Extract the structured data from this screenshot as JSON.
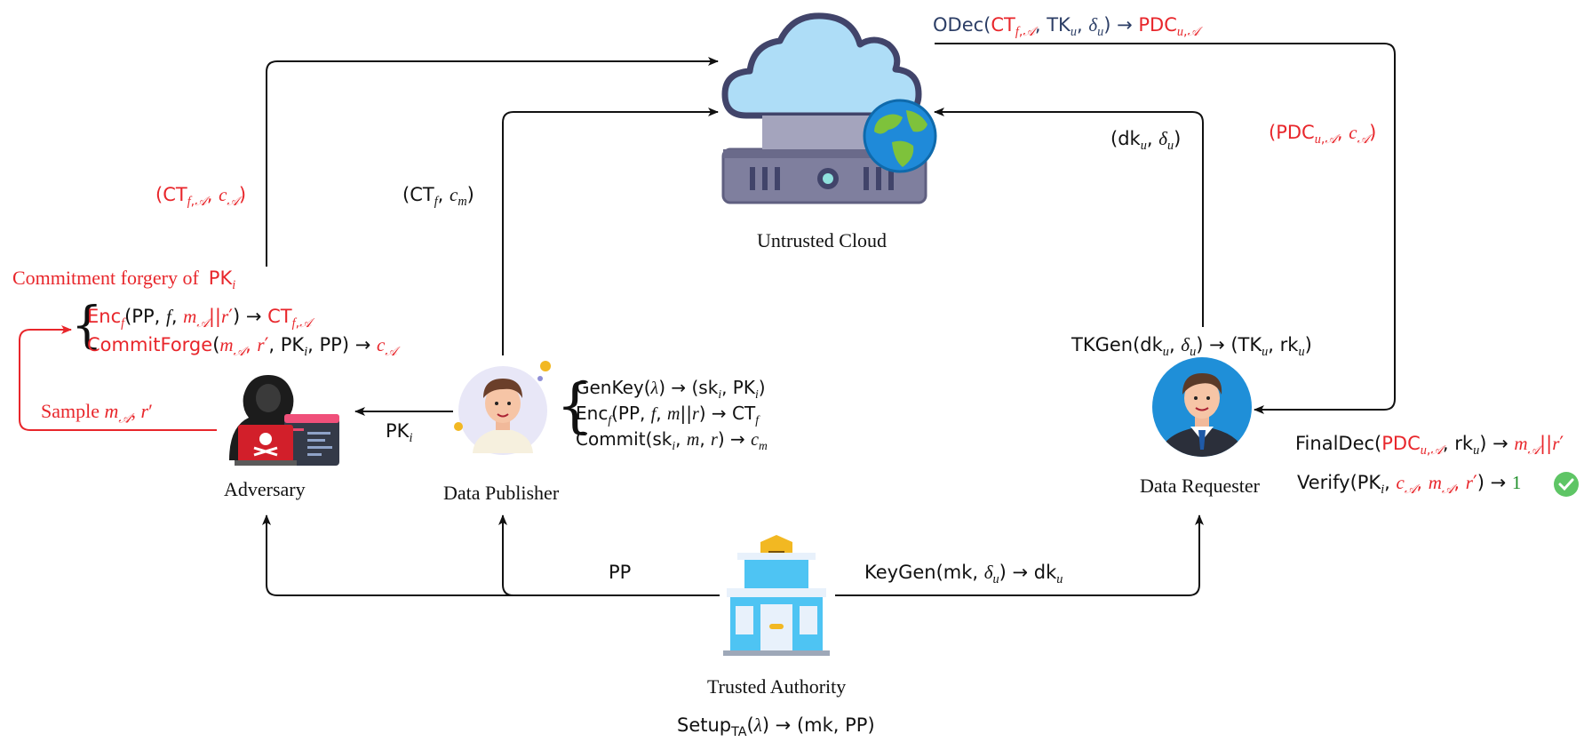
{
  "nodes": {
    "cloud": "Untrusted Cloud",
    "adversary": "Adversary",
    "publisher": "Data Publisher",
    "requester": "Data Requester",
    "authority": "Trusted Authority"
  },
  "edges": {
    "adv_to_cloud": "(CT_{f,A}, c_A)",
    "pub_to_cloud": "(CT_f, c_m)",
    "odec": "ODec(CT_{f,A}, TK_u, δ_u) → PDC_{u,A}",
    "cloud_to_req": "(PDC_{u,A}, c_A)",
    "req_to_cloud": "(dk_u, δ_u)",
    "pub_to_adv": "PK_i",
    "ta_pp": "PP",
    "ta_keygen": "KeyGen(mk, δ_u) → dk_u"
  },
  "annotations": {
    "forgery_title": "Commitment forgery of PK_i",
    "sample": "Sample m_A, r′",
    "adv_enc": "Enc_f(PP, f, m_A||r′) → CT_{f,A}",
    "adv_commit": "CommitForge(m_A, r′, PK_i, PP) → c_A",
    "pub_genkey": "GenKey(λ) → (sk_i, PK_i)",
    "pub_enc": "Enc_f(PP, f, m||r) → CT_f",
    "pub_commit": "Commit(sk_i, m, r) → c_m",
    "tkgen": "TKGen(dk_u, δ_u) → (TK_u, rk_u)",
    "finaldec": "FinalDec(PDC_{u,A}, rk_u) → m_A||r′",
    "verify": "Verify(PK_i, c_A, m_A, r′) → 1",
    "setup": "Setup_TA(λ) → (mk, PP)"
  },
  "icons": [
    "cloud-server-icon",
    "globe-icon",
    "hacker-icon",
    "publisher-avatar-icon",
    "requester-avatar-icon",
    "building-icon",
    "check-icon"
  ],
  "colors": {
    "forged": "#e8262b",
    "valid": "#1f8f2a",
    "arrow": "#111111",
    "odec": "#2c3e66"
  }
}
